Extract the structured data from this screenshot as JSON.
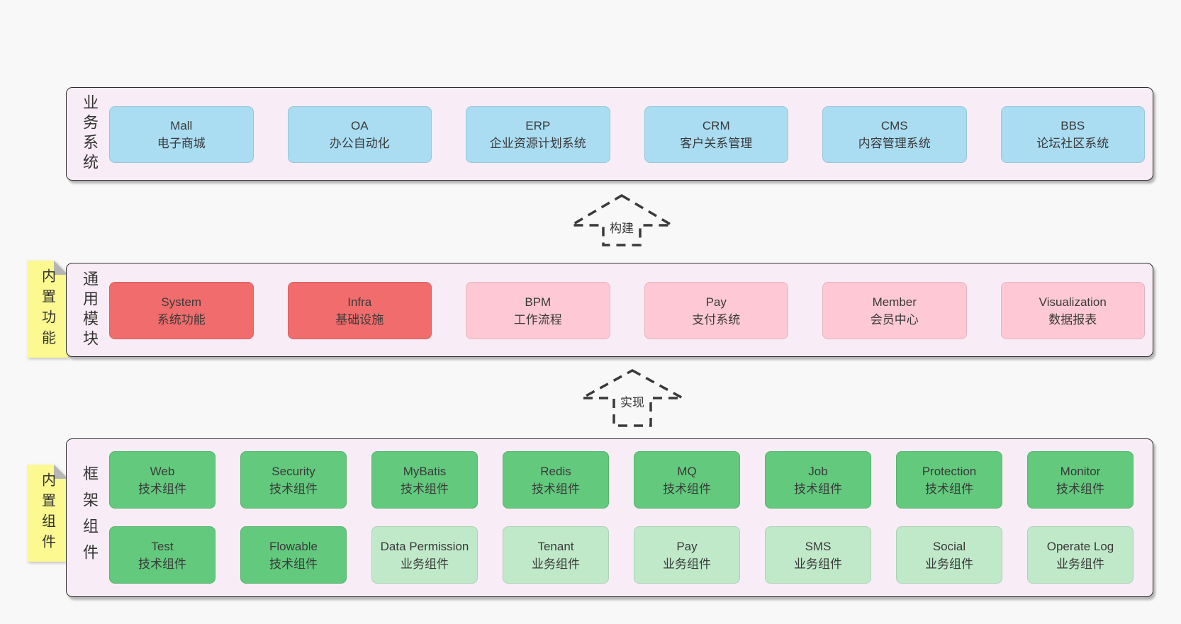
{
  "palette": {
    "page_bg": "#F8F8F8",
    "panel_bg": "#F8EDF6",
    "panel_border": "#2F2F2F",
    "blue": "#AADDF2",
    "red": "#F16C6C",
    "pink": "#FEC9D4",
    "green": "#62C97D",
    "light_green": "#C0E9CA",
    "note_yellow": "#FBF98F",
    "fold_gray": "#B5B5B5",
    "text": "#333333",
    "arrow_stroke": "#3A3A3A"
  },
  "bands": [
    {
      "id": "business-systems",
      "label": "业务系统",
      "note": null,
      "boxes": [
        {
          "title": "Mall",
          "subtitle": "电子商城",
          "variant": "blue"
        },
        {
          "title": "OA",
          "subtitle": "办公自动化",
          "variant": "blue"
        },
        {
          "title": "ERP",
          "subtitle": "企业资源计划系统",
          "variant": "blue"
        },
        {
          "title": "CRM",
          "subtitle": "客户关系管理",
          "variant": "blue"
        },
        {
          "title": "CMS",
          "subtitle": "内容管理系统",
          "variant": "blue"
        },
        {
          "title": "BBS",
          "subtitle": "论坛社区系统",
          "variant": "blue"
        }
      ]
    },
    {
      "id": "common-modules",
      "label": "通用模块",
      "note": "内置功能",
      "boxes": [
        {
          "title": "System",
          "subtitle": "系统功能",
          "variant": "red"
        },
        {
          "title": "Infra",
          "subtitle": "基础设施",
          "variant": "red"
        },
        {
          "title": "BPM",
          "subtitle": "工作流程",
          "variant": "pink"
        },
        {
          "title": "Pay",
          "subtitle": "支付系统",
          "variant": "pink"
        },
        {
          "title": "Member",
          "subtitle": "会员中心",
          "variant": "pink"
        },
        {
          "title": "Visualization",
          "subtitle": "数据报表",
          "variant": "pink"
        }
      ]
    },
    {
      "id": "framework-components",
      "label": "框架组件",
      "note": "内置组件",
      "boxes": [
        {
          "title": "Web",
          "subtitle": "技术组件",
          "variant": "green"
        },
        {
          "title": "Security",
          "subtitle": "技术组件",
          "variant": "green"
        },
        {
          "title": "MyBatis",
          "subtitle": "技术组件",
          "variant": "green"
        },
        {
          "title": "Redis",
          "subtitle": "技术组件",
          "variant": "green"
        },
        {
          "title": "MQ",
          "subtitle": "技术组件",
          "variant": "green"
        },
        {
          "title": "Job",
          "subtitle": "技术组件",
          "variant": "green"
        },
        {
          "title": "Protection",
          "subtitle": "技术组件",
          "variant": "green"
        },
        {
          "title": "Monitor",
          "subtitle": "技术组件",
          "variant": "green"
        },
        {
          "title": "Test",
          "subtitle": "技术组件",
          "variant": "green"
        },
        {
          "title": "Flowable",
          "subtitle": "技术组件",
          "variant": "green"
        },
        {
          "title": "Data Permission",
          "subtitle": "业务组件",
          "variant": "lightgreen"
        },
        {
          "title": "Tenant",
          "subtitle": "业务组件",
          "variant": "lightgreen"
        },
        {
          "title": "Pay",
          "subtitle": "业务组件",
          "variant": "lightgreen"
        },
        {
          "title": "SMS",
          "subtitle": "业务组件",
          "variant": "lightgreen"
        },
        {
          "title": "Social",
          "subtitle": "业务组件",
          "variant": "lightgreen"
        },
        {
          "title": "Operate Log",
          "subtitle": "业务组件",
          "variant": "lightgreen"
        }
      ]
    }
  ],
  "arrows": [
    {
      "label": "构建"
    },
    {
      "label": "实现"
    }
  ]
}
